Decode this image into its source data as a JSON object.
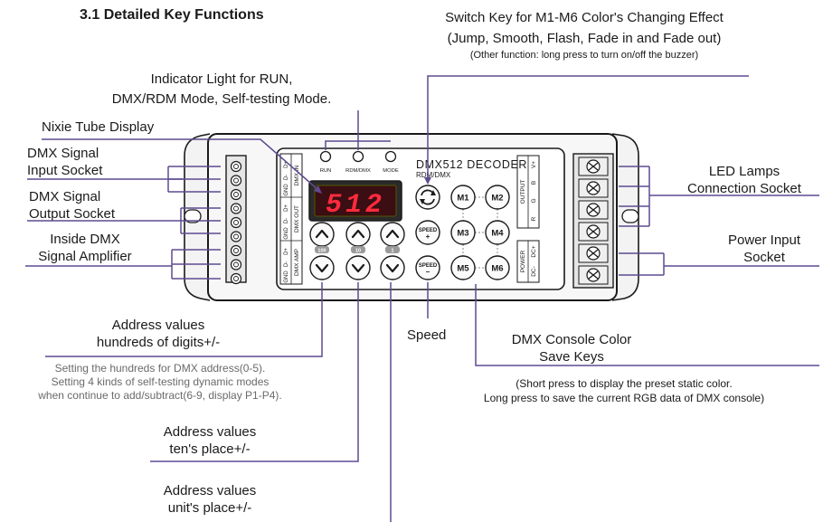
{
  "title": "3.1 Detailed Key Functions",
  "callouts": {
    "switch_key": {
      "lines": [
        "Switch Key for M1-M6 Color's Changing Effect",
        "(Jump, Smooth, Flash, Fade in and Fade out)"
      ],
      "note": "(Other function: long press to turn on/off the buzzer)"
    },
    "indicator": {
      "lines": [
        "Indicator Light for RUN,",
        "DMX/RDM Mode, Self-testing Mode."
      ]
    },
    "nixie": {
      "text": "Nixie Tube Display"
    },
    "dmx_input": {
      "lines": [
        "DMX Signal",
        "Input Socket"
      ]
    },
    "dmx_output": {
      "lines": [
        "DMX Signal",
        "Output Socket"
      ]
    },
    "amplifier": {
      "lines": [
        "Inside DMX",
        "Signal Amplifier"
      ]
    },
    "led_socket": {
      "lines": [
        "LED Lamps",
        "Connection Socket"
      ]
    },
    "power_socket": {
      "lines": [
        "Power Input",
        "Socket"
      ]
    },
    "hundreds": {
      "lines": [
        "Address values",
        "hundreds of digits+/-"
      ],
      "note": [
        "Setting the hundreds for DMX address(0-5).",
        "Setting 4 kinds of self-testing dynamic modes",
        "when continue to add/subtract(6-9, display P1-P4)."
      ]
    },
    "speed": {
      "text": "Speed"
    },
    "save_keys": {
      "lines": [
        "DMX Console Color",
        "Save Keys"
      ],
      "note": [
        "(Short press to display the preset static color.",
        "Long press to save the current RGB data of DMX console)"
      ]
    },
    "tens": {
      "lines": [
        "Address values",
        "ten's place+/-"
      ]
    },
    "units": {
      "lines": [
        "Address values",
        "unit's place+/-"
      ]
    }
  },
  "device": {
    "brand": "DMX512 DECODER",
    "sub": "RDM/DMX",
    "display_value": "512",
    "indicators": [
      "RUN",
      "RDM/DMX",
      "MODE"
    ],
    "digit_labels": [
      "100",
      "10",
      "1"
    ],
    "mode_keys": [
      "M1",
      "M2",
      "M3",
      "M4",
      "M5",
      "M6"
    ],
    "speed_plus": [
      "SPEED",
      "+"
    ],
    "speed_minus": [
      "SPEED",
      "–"
    ],
    "left_terminals": [
      {
        "group": "DMX IN",
        "pins": [
          "GND",
          "D-",
          "D+"
        ]
      },
      {
        "group": "DMX OUT",
        "pins": [
          "GND",
          "D-",
          "D+"
        ]
      },
      {
        "group": "DMX AMP",
        "pins": [
          "GND",
          "D-",
          "D+"
        ]
      }
    ],
    "output_group": "OUTPUT",
    "output_pins": [
      "V+",
      "B",
      "G",
      "R"
    ],
    "power_group": "POWER",
    "power_pins": [
      "DC+",
      "DC-"
    ]
  }
}
